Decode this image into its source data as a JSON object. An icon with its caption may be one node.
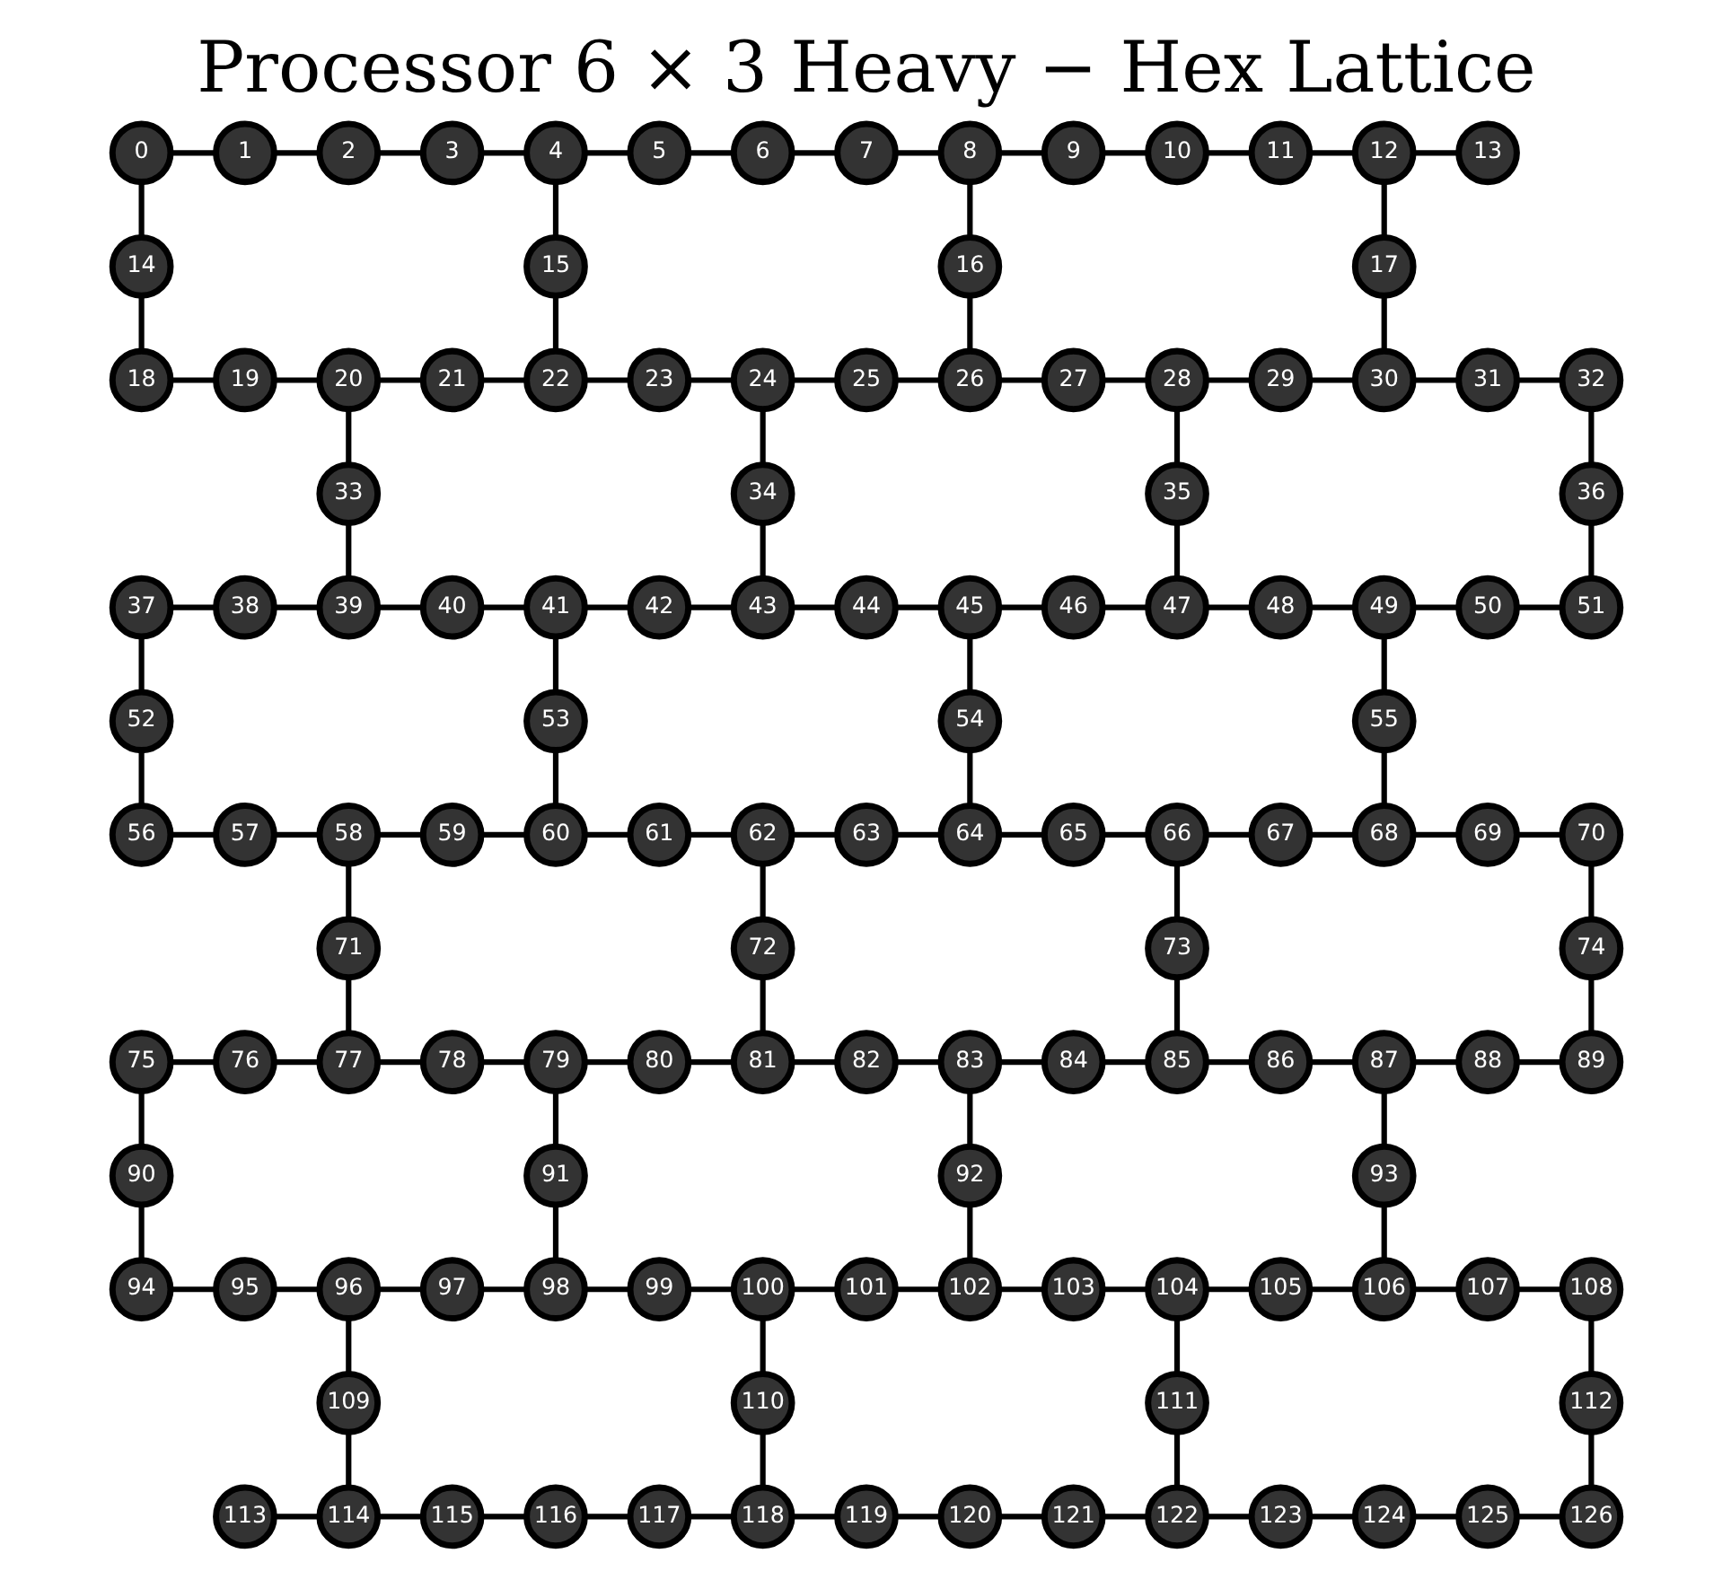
{
  "diagram": {
    "title": "Processor 6 × 3 Heavy − Hex Lattice",
    "nodes": [
      {
        "text": [
          "0"
        ]
      },
      {
        "text": [
          "1"
        ]
      },
      {
        "text": [
          "2"
        ]
      },
      {
        "text": [
          "3"
        ]
      },
      {
        "text": [
          "4"
        ]
      },
      {
        "text": [
          "5"
        ]
      },
      {
        "text": [
          "6"
        ]
      },
      {
        "text": [
          "7"
        ]
      },
      {
        "text": [
          "8"
        ]
      },
      {
        "text": [
          "9"
        ]
      },
      {
        "text": [
          "10"
        ]
      },
      {
        "text": [
          "11"
        ]
      },
      {
        "text": [
          "12"
        ]
      },
      {
        "text": [
          "13"
        ]
      },
      {
        "text": [
          "14"
        ]
      },
      {
        "text": [
          "15"
        ]
      },
      {
        "text": [
          "16"
        ]
      },
      {
        "text": [
          "17"
        ]
      },
      {
        "text": [
          "18"
        ]
      },
      {
        "text": [
          "19"
        ]
      },
      {
        "text": [
          "20"
        ]
      },
      {
        "text": [
          "21"
        ]
      },
      {
        "text": [
          "22"
        ]
      },
      {
        "text": [
          "23"
        ]
      },
      {
        "text": [
          "24"
        ]
      },
      {
        "text": [
          "25"
        ]
      },
      {
        "text": [
          "26"
        ]
      },
      {
        "text": [
          "27"
        ]
      },
      {
        "text": [
          "28"
        ]
      },
      {
        "text": [
          "29"
        ]
      },
      {
        "text": [
          "30"
        ]
      },
      {
        "text": [
          "31"
        ]
      },
      {
        "text": [
          "32"
        ]
      },
      {
        "text": [
          "33"
        ]
      },
      {
        "text": [
          "34"
        ]
      },
      {
        "text": [
          "35"
        ]
      },
      {
        "text": [
          "36"
        ]
      },
      {
        "text": [
          "37"
        ]
      },
      {
        "text": [
          "38"
        ]
      },
      {
        "text": [
          "39"
        ]
      },
      {
        "text": [
          "40"
        ]
      },
      {
        "text": [
          "41"
        ]
      },
      {
        "text": [
          "42"
        ]
      },
      {
        "text": [
          "43"
        ]
      },
      {
        "text": [
          "44"
        ]
      },
      {
        "text": [
          "45"
        ]
      },
      {
        "text": [
          "46"
        ]
      },
      {
        "text": [
          "47"
        ]
      },
      {
        "text": [
          "48"
        ]
      },
      {
        "text": [
          "49"
        ]
      },
      {
        "text": [
          "50"
        ]
      },
      {
        "text": [
          "51"
        ]
      },
      {
        "text": [
          "52"
        ]
      },
      {
        "text": [
          "53"
        ]
      },
      {
        "text": [
          "54"
        ]
      },
      {
        "text": [
          "55"
        ]
      },
      {
        "text": [
          "56"
        ]
      },
      {
        "text": [
          "57"
        ]
      },
      {
        "text": [
          "58"
        ]
      },
      {
        "text": [
          "59"
        ]
      },
      {
        "text": [
          "60"
        ]
      },
      {
        "text": [
          "61"
        ]
      },
      {
        "text": [
          "62"
        ]
      },
      {
        "text": [
          "63"
        ]
      },
      {
        "text": [
          "64"
        ]
      },
      {
        "text": [
          "65"
        ]
      },
      {
        "text": [
          "66"
        ]
      },
      {
        "text": [
          "67"
        ]
      },
      {
        "text": [
          "68"
        ]
      },
      {
        "text": [
          "69"
        ]
      },
      {
        "text": [
          "70"
        ]
      },
      {
        "text": [
          "71"
        ]
      },
      {
        "text": [
          "72"
        ]
      },
      {
        "text": [
          "73"
        ]
      },
      {
        "text": [
          "74"
        ]
      },
      {
        "text": [
          "75"
        ]
      },
      {
        "text": [
          "76"
        ]
      },
      {
        "text": [
          "77"
        ]
      },
      {
        "text": [
          "78"
        ]
      },
      {
        "text": [
          "79"
        ]
      },
      {
        "text": [
          "80"
        ]
      },
      {
        "text": [
          "81"
        ]
      },
      {
        "text": [
          "82"
        ]
      },
      {
        "text": [
          "83"
        ]
      },
      {
        "text": [
          "84"
        ]
      },
      {
        "text": [
          "85"
        ]
      },
      {
        "text": [
          "86"
        ]
      },
      {
        "text": [
          "87"
        ]
      },
      {
        "text": [
          "88"
        ]
      },
      {
        "text": [
          "89"
        ]
      },
      {
        "text": [
          "90"
        ]
      },
      {
        "text": [
          "91"
        ]
      },
      {
        "text": [
          "92"
        ]
      },
      {
        "text": [
          "93"
        ]
      },
      {
        "text": [
          "94"
        ]
      },
      {
        "text": [
          "95"
        ]
      },
      {
        "text": [
          "96"
        ]
      },
      {
        "text": [
          "97"
        ]
      },
      {
        "text": [
          "98"
        ]
      },
      {
        "text": [
          "99"
        ]
      },
      {
        "text": [
          "100"
        ]
      },
      {
        "text": [
          "101"
        ]
      },
      {
        "text": [
          "102"
        ]
      },
      {
        "text": [
          "103"
        ]
      },
      {
        "text": [
          "104"
        ]
      },
      {
        "text": [
          "105"
        ]
      },
      {
        "text": [
          "106"
        ]
      },
      {
        "text": [
          "107"
        ]
      },
      {
        "text": [
          "108"
        ]
      },
      {
        "text": [
          "109"
        ]
      },
      {
        "text": [
          "110"
        ]
      },
      {
        "text": [
          "111"
        ]
      },
      {
        "text": [
          "112"
        ]
      },
      {
        "text": [
          "113"
        ]
      },
      {
        "text": [
          "114"
        ]
      },
      {
        "text": [
          "115"
        ]
      },
      {
        "text": [
          "116"
        ]
      },
      {
        "text": [
          "117"
        ]
      },
      {
        "text": [
          "118"
        ]
      },
      {
        "text": [
          "119"
        ]
      },
      {
        "text": [
          "120"
        ]
      },
      {
        "text": [
          "121"
        ]
      },
      {
        "text": [
          "122"
        ]
      },
      {
        "text": [
          "123"
        ]
      },
      {
        "text": [
          "124"
        ]
      },
      {
        "text": [
          "125"
        ]
      },
      {
        "text": [
          "126"
        ]
      }
    ],
    "edges": [
      {
        "from": 0,
        "to": 1,
        "arrow": "none"
      },
      {
        "from": 1,
        "to": 2,
        "arrow": "none"
      },
      {
        "from": 2,
        "to": 3,
        "arrow": "none"
      },
      {
        "from": 3,
        "to": 4,
        "arrow": "none"
      },
      {
        "from": 4,
        "to": 5,
        "arrow": "none"
      },
      {
        "from": 5,
        "to": 6,
        "arrow": "none"
      },
      {
        "from": 6,
        "to": 7,
        "arrow": "none"
      },
      {
        "from": 7,
        "to": 8,
        "arrow": "none"
      },
      {
        "from": 8,
        "to": 9,
        "arrow": "none"
      },
      {
        "from": 9,
        "to": 10,
        "arrow": "none"
      },
      {
        "from": 10,
        "to": 11,
        "arrow": "none"
      },
      {
        "from": 11,
        "to": 12,
        "arrow": "none"
      },
      {
        "from": 12,
        "to": 13,
        "arrow": "none"
      },
      {
        "from": 0,
        "to": 14,
        "arrow": "none"
      },
      {
        "from": 4,
        "to": 15,
        "arrow": "none"
      },
      {
        "from": 8,
        "to": 16,
        "arrow": "none"
      },
      {
        "from": 12,
        "to": 17,
        "arrow": "none"
      },
      {
        "from": 14,
        "to": 18,
        "arrow": "none"
      },
      {
        "from": 15,
        "to": 22,
        "arrow": "none"
      },
      {
        "from": 16,
        "to": 26,
        "arrow": "none"
      },
      {
        "from": 17,
        "to": 30,
        "arrow": "none"
      },
      {
        "from": 18,
        "to": 19,
        "arrow": "none"
      },
      {
        "from": 19,
        "to": 20,
        "arrow": "none"
      },
      {
        "from": 20,
        "to": 21,
        "arrow": "none"
      },
      {
        "from": 21,
        "to": 22,
        "arrow": "none"
      },
      {
        "from": 22,
        "to": 23,
        "arrow": "none"
      },
      {
        "from": 23,
        "to": 24,
        "arrow": "none"
      },
      {
        "from": 24,
        "to": 25,
        "arrow": "none"
      },
      {
        "from": 25,
        "to": 26,
        "arrow": "none"
      },
      {
        "from": 26,
        "to": 27,
        "arrow": "none"
      },
      {
        "from": 27,
        "to": 28,
        "arrow": "none"
      },
      {
        "from": 28,
        "to": 29,
        "arrow": "none"
      },
      {
        "from": 29,
        "to": 30,
        "arrow": "none"
      },
      {
        "from": 30,
        "to": 31,
        "arrow": "none"
      },
      {
        "from": 31,
        "to": 32,
        "arrow": "none"
      },
      {
        "from": 20,
        "to": 33,
        "arrow": "none"
      },
      {
        "from": 24,
        "to": 34,
        "arrow": "none"
      },
      {
        "from": 28,
        "to": 35,
        "arrow": "none"
      },
      {
        "from": 32,
        "to": 36,
        "arrow": "none"
      },
      {
        "from": 33,
        "to": 39,
        "arrow": "none"
      },
      {
        "from": 34,
        "to": 43,
        "arrow": "none"
      },
      {
        "from": 35,
        "to": 47,
        "arrow": "none"
      },
      {
        "from": 36,
        "to": 51,
        "arrow": "none"
      },
      {
        "from": 37,
        "to": 38,
        "arrow": "none"
      },
      {
        "from": 38,
        "to": 39,
        "arrow": "none"
      },
      {
        "from": 39,
        "to": 40,
        "arrow": "none"
      },
      {
        "from": 40,
        "to": 41,
        "arrow": "none"
      },
      {
        "from": 41,
        "to": 42,
        "arrow": "none"
      },
      {
        "from": 42,
        "to": 43,
        "arrow": "none"
      },
      {
        "from": 43,
        "to": 44,
        "arrow": "none"
      },
      {
        "from": 44,
        "to": 45,
        "arrow": "none"
      },
      {
        "from": 45,
        "to": 46,
        "arrow": "none"
      },
      {
        "from": 46,
        "to": 47,
        "arrow": "none"
      },
      {
        "from": 47,
        "to": 48,
        "arrow": "none"
      },
      {
        "from": 48,
        "to": 49,
        "arrow": "none"
      },
      {
        "from": 49,
        "to": 50,
        "arrow": "none"
      },
      {
        "from": 50,
        "to": 51,
        "arrow": "none"
      },
      {
        "from": 37,
        "to": 52,
        "arrow": "none"
      },
      {
        "from": 41,
        "to": 53,
        "arrow": "none"
      },
      {
        "from": 45,
        "to": 54,
        "arrow": "none"
      },
      {
        "from": 49,
        "to": 55,
        "arrow": "none"
      },
      {
        "from": 52,
        "to": 56,
        "arrow": "none"
      },
      {
        "from": 53,
        "to": 60,
        "arrow": "none"
      },
      {
        "from": 54,
        "to": 64,
        "arrow": "none"
      },
      {
        "from": 55,
        "to": 68,
        "arrow": "none"
      },
      {
        "from": 56,
        "to": 57,
        "arrow": "none"
      },
      {
        "from": 57,
        "to": 58,
        "arrow": "none"
      },
      {
        "from": 58,
        "to": 59,
        "arrow": "none"
      },
      {
        "from": 59,
        "to": 60,
        "arrow": "none"
      },
      {
        "from": 60,
        "to": 61,
        "arrow": "none"
      },
      {
        "from": 61,
        "to": 62,
        "arrow": "none"
      },
      {
        "from": 62,
        "to": 63,
        "arrow": "none"
      },
      {
        "from": 63,
        "to": 64,
        "arrow": "none"
      },
      {
        "from": 64,
        "to": 65,
        "arrow": "none"
      },
      {
        "from": 65,
        "to": 66,
        "arrow": "none"
      },
      {
        "from": 66,
        "to": 67,
        "arrow": "none"
      },
      {
        "from": 67,
        "to": 68,
        "arrow": "none"
      },
      {
        "from": 68,
        "to": 69,
        "arrow": "none"
      },
      {
        "from": 69,
        "to": 70,
        "arrow": "none"
      },
      {
        "from": 58,
        "to": 71,
        "arrow": "none"
      },
      {
        "from": 62,
        "to": 72,
        "arrow": "none"
      },
      {
        "from": 66,
        "to": 73,
        "arrow": "none"
      },
      {
        "from": 70,
        "to": 74,
        "arrow": "none"
      },
      {
        "from": 71,
        "to": 77,
        "arrow": "none"
      },
      {
        "from": 72,
        "to": 81,
        "arrow": "none"
      },
      {
        "from": 73,
        "to": 85,
        "arrow": "none"
      },
      {
        "from": 74,
        "to": 89,
        "arrow": "none"
      },
      {
        "from": 75,
        "to": 76,
        "arrow": "none"
      },
      {
        "from": 76,
        "to": 77,
        "arrow": "none"
      },
      {
        "from": 77,
        "to": 78,
        "arrow": "none"
      },
      {
        "from": 78,
        "to": 79,
        "arrow": "none"
      },
      {
        "from": 79,
        "to": 80,
        "arrow": "none"
      },
      {
        "from": 80,
        "to": 81,
        "arrow": "none"
      },
      {
        "from": 81,
        "to": 82,
        "arrow": "none"
      },
      {
        "from": 82,
        "to": 83,
        "arrow": "none"
      },
      {
        "from": 83,
        "to": 84,
        "arrow": "none"
      },
      {
        "from": 84,
        "to": 85,
        "arrow": "none"
      },
      {
        "from": 85,
        "to": 86,
        "arrow": "none"
      },
      {
        "from": 86,
        "to": 87,
        "arrow": "none"
      },
      {
        "from": 87,
        "to": 88,
        "arrow": "none"
      },
      {
        "from": 88,
        "to": 89,
        "arrow": "none"
      },
      {
        "from": 75,
        "to": 90,
        "arrow": "none"
      },
      {
        "from": 79,
        "to": 91,
        "arrow": "none"
      },
      {
        "from": 83,
        "to": 92,
        "arrow": "none"
      },
      {
        "from": 87,
        "to": 93,
        "arrow": "none"
      },
      {
        "from": 90,
        "to": 94,
        "arrow": "none"
      },
      {
        "from": 91,
        "to": 98,
        "arrow": "none"
      },
      {
        "from": 92,
        "to": 102,
        "arrow": "none"
      },
      {
        "from": 93,
        "to": 106,
        "arrow": "none"
      },
      {
        "from": 94,
        "to": 95,
        "arrow": "none"
      },
      {
        "from": 95,
        "to": 96,
        "arrow": "none"
      },
      {
        "from": 96,
        "to": 97,
        "arrow": "none"
      },
      {
        "from": 97,
        "to": 98,
        "arrow": "none"
      },
      {
        "from": 98,
        "to": 99,
        "arrow": "none"
      },
      {
        "from": 99,
        "to": 100,
        "arrow": "none"
      },
      {
        "from": 100,
        "to": 101,
        "arrow": "none"
      },
      {
        "from": 101,
        "to": 102,
        "arrow": "none"
      },
      {
        "from": 102,
        "to": 103,
        "arrow": "none"
      },
      {
        "from": 103,
        "to": 104,
        "arrow": "none"
      },
      {
        "from": 104,
        "to": 105,
        "arrow": "none"
      },
      {
        "from": 105,
        "to": 106,
        "arrow": "none"
      },
      {
        "from": 106,
        "to": 107,
        "arrow": "none"
      },
      {
        "from": 107,
        "to": 108,
        "arrow": "none"
      },
      {
        "from": 96,
        "to": 109,
        "arrow": "none"
      },
      {
        "from": 100,
        "to": 110,
        "arrow": "none"
      },
      {
        "from": 104,
        "to": 111,
        "arrow": "none"
      },
      {
        "from": 108,
        "to": 112,
        "arrow": "none"
      },
      {
        "from": 109,
        "to": 114,
        "arrow": "none"
      },
      {
        "from": 110,
        "to": 118,
        "arrow": "none"
      },
      {
        "from": 111,
        "to": 122,
        "arrow": "none"
      },
      {
        "from": 112,
        "to": 126,
        "arrow": "none"
      },
      {
        "from": 113,
        "to": 114,
        "arrow": "none"
      },
      {
        "from": 114,
        "to": 115,
        "arrow": "none"
      },
      {
        "from": 115,
        "to": 116,
        "arrow": "none"
      },
      {
        "from": 116,
        "to": 117,
        "arrow": "none"
      },
      {
        "from": 117,
        "to": 118,
        "arrow": "none"
      },
      {
        "from": 118,
        "to": 119,
        "arrow": "none"
      },
      {
        "from": 119,
        "to": 120,
        "arrow": "none"
      },
      {
        "from": 120,
        "to": 121,
        "arrow": "none"
      },
      {
        "from": 121,
        "to": 122,
        "arrow": "none"
      },
      {
        "from": 122,
        "to": 123,
        "arrow": "none"
      },
      {
        "from": 123,
        "to": 124,
        "arrow": "none"
      },
      {
        "from": 124,
        "to": 125,
        "arrow": "none"
      },
      {
        "from": 125,
        "to": 126,
        "arrow": "none"
      }
    ]
  }
}
